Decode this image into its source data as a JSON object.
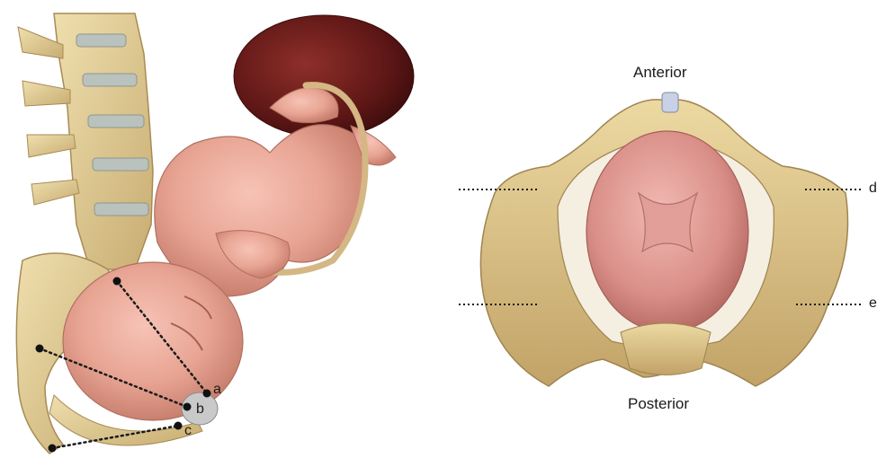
{
  "left_panel": {
    "points": {
      "a": "a",
      "b": "b",
      "c": "c"
    }
  },
  "right_panel": {
    "orientation_top": "Anterior",
    "orientation_bottom": "Posterior",
    "markers": {
      "d": "d",
      "e": "e"
    }
  }
}
